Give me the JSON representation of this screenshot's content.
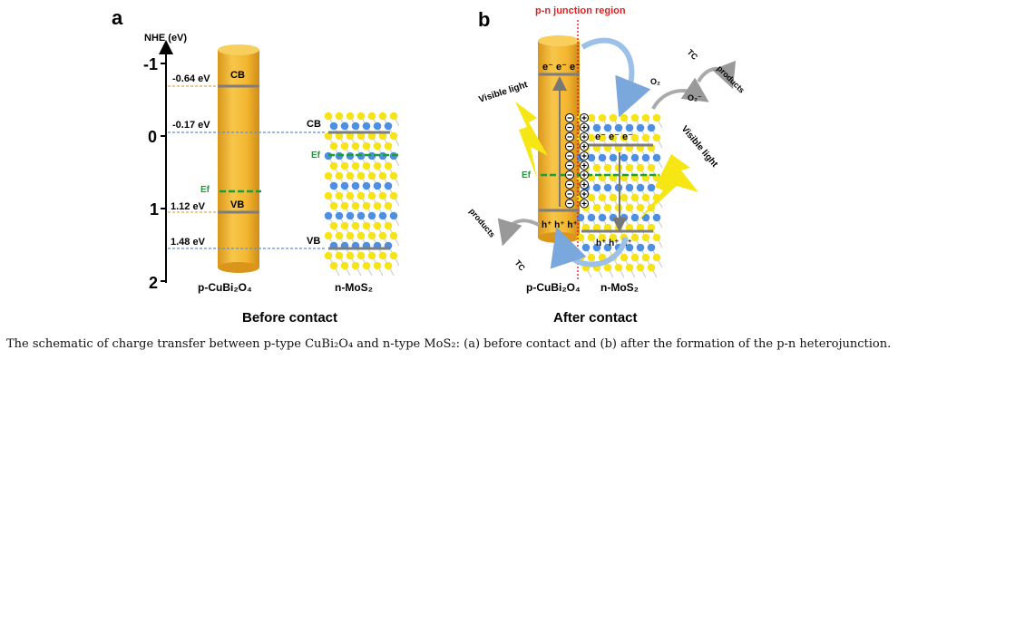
{
  "panel_a": {
    "letter": "a",
    "axis_title": "NHE (eV)",
    "ticks": [
      "-1",
      "0",
      "1",
      "2"
    ],
    "cubi_levels": [
      "-0.64 eV",
      "-0.17 eV",
      "1.12 eV",
      "1.48 eV"
    ],
    "cubi_cb": "CB",
    "cubi_vb": "VB",
    "ef": "Ef",
    "mos_cb": "CB",
    "mos_ef": "Ef",
    "mos_vb": "VB",
    "label_left": "p-CuBi₂O₄",
    "label_right": "n-MoS₂",
    "subtitle": "Before contact"
  },
  "panel_b": {
    "letter": "b",
    "junction": "p-n junction region",
    "electrons_left": "e⁻ e⁻ e⁻",
    "electrons_right": "e⁻ e⁻ e⁻",
    "holes_left": "h⁺ h⁺ h⁺",
    "holes_right": "h⁺ h⁺ h⁺",
    "ef": "Ef",
    "visible_light_left": "Visible light",
    "visible_light_right": "Visible light",
    "o2": "O₂",
    "o2_radical": "O₂⁻",
    "tc_top": "TC",
    "products_top": "products",
    "tc_bottom": "TC",
    "products_bottom": "products",
    "label_left": "p-CuBi₂O₄",
    "label_right": "n-MoS₂",
    "subtitle": "After contact"
  },
  "caption": "The schematic of charge transfer between p-type CuBi₂O₄ and n-type MoS₂: (a) before contact and (b) after the formation of the p-n heterojunction.",
  "colors": {
    "cylinder": "#f0b42a",
    "ef_green": "#1f9b3a",
    "dash_blue": "#5b8ee6",
    "dash_orange": "#e3a84b",
    "bolt_yellow": "#f5e614",
    "junction_red": "#e02020",
    "arrow_blue": "#8fb5e2",
    "arrow_gray": "#a8a8a8",
    "atom_yellow": "#f7e418",
    "atom_blue": "#4d8fe0"
  }
}
